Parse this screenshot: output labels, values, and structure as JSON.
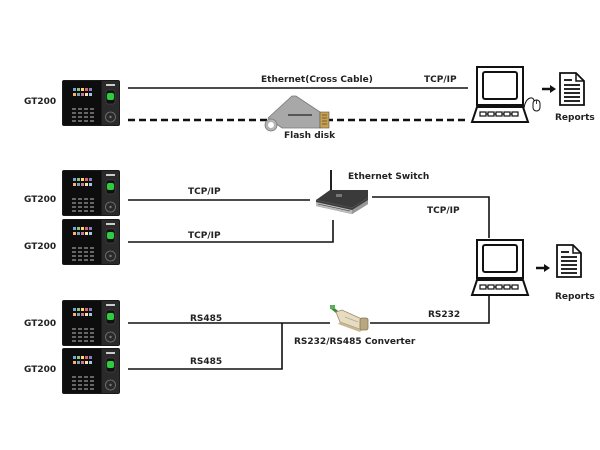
{
  "diagram": {
    "section1": {
      "device_label": "GT200",
      "link_top_label": "Ethernet(Cross Cable)",
      "link_top_protocol": "TCP/IP",
      "flash_label": "Flash disk",
      "reports_label": "Reports"
    },
    "section2": {
      "devices": [
        {
          "label": "GT200",
          "link_label": "TCP/IP"
        },
        {
          "label": "GT200",
          "link_label": "TCP/IP"
        }
      ],
      "switch_label": "Ethernet Switch",
      "uplink_label": "TCP/IP",
      "reports_label": "Reports"
    },
    "section3": {
      "devices": [
        {
          "label": "GT200",
          "link_label": "RS485"
        },
        {
          "label": "GT200",
          "link_label": "RS485"
        }
      ],
      "converter_label": "RS232/RS485 Converter",
      "uplink_label": "RS232"
    }
  }
}
